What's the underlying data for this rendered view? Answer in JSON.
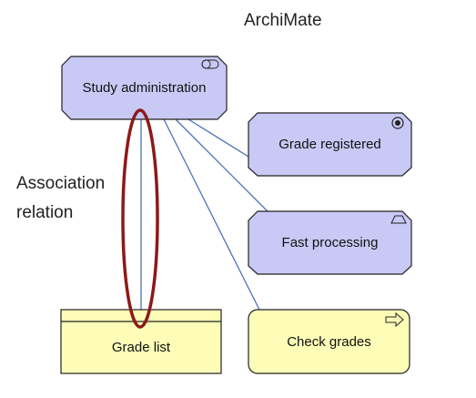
{
  "title": "ArchiMate",
  "annotation": {
    "line1": "Association",
    "line2": "relation"
  },
  "nodes": {
    "study_admin": {
      "label": "Study administration",
      "icon": "application-component-icon"
    },
    "grade_registered": {
      "label": "Grade registered",
      "icon": "event-icon"
    },
    "fast_processing": {
      "label": "Fast processing",
      "icon": "service-icon"
    },
    "grade_list": {
      "label": "Grade list"
    },
    "check_grades": {
      "label": "Check grades",
      "icon": "process-arrow-icon"
    }
  },
  "colors": {
    "application": "#c9c9f6",
    "business": "#fdfdb8",
    "connector": "#4a73b8",
    "highlight": "#8b1a1a"
  }
}
